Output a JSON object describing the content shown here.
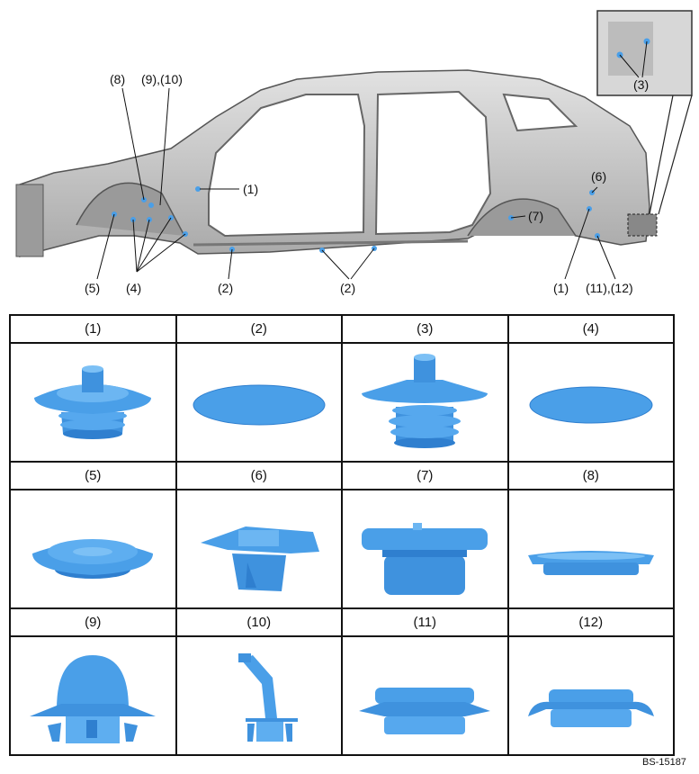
{
  "callouts": {
    "c1_front": "(1)",
    "c2_front": "(2)",
    "c2_rear": "(2)",
    "c3": "(3)",
    "c4": "(4)",
    "c5": "(5)",
    "c6": "(6)",
    "c7": "(7)",
    "c8": "(8)",
    "c9_10": "(9),(10)",
    "c1_rear": "(1)",
    "c11_12": "(11),(12)"
  },
  "parts": [
    {
      "label": "(1)",
      "icon": "stepped-grommet-icon"
    },
    {
      "label": "(2)",
      "icon": "oval-flat-plug-icon"
    },
    {
      "label": "(3)",
      "icon": "tall-stepped-grommet-icon"
    },
    {
      "label": "(4)",
      "icon": "oval-flat-plug-icon"
    },
    {
      "label": "(5)",
      "icon": "round-flat-plug-icon"
    },
    {
      "label": "(6)",
      "icon": "square-clip-plug-icon"
    },
    {
      "label": "(7)",
      "icon": "cylinder-grommet-icon"
    },
    {
      "label": "(8)",
      "icon": "thin-lip-plug-icon"
    },
    {
      "label": "(9)",
      "icon": "dome-clip-icon"
    },
    {
      "label": "(10)",
      "icon": "bent-tube-clip-icon"
    },
    {
      "label": "(11)",
      "icon": "flat-flange-plug-icon"
    },
    {
      "label": "(12)",
      "icon": "lipped-flange-plug-icon"
    }
  ],
  "figure_id": "BS-15187",
  "colors": {
    "plug_blue": "#4a9fe8",
    "plug_dark": "#2f7fcf",
    "body_gray": "#c9c9c9"
  }
}
